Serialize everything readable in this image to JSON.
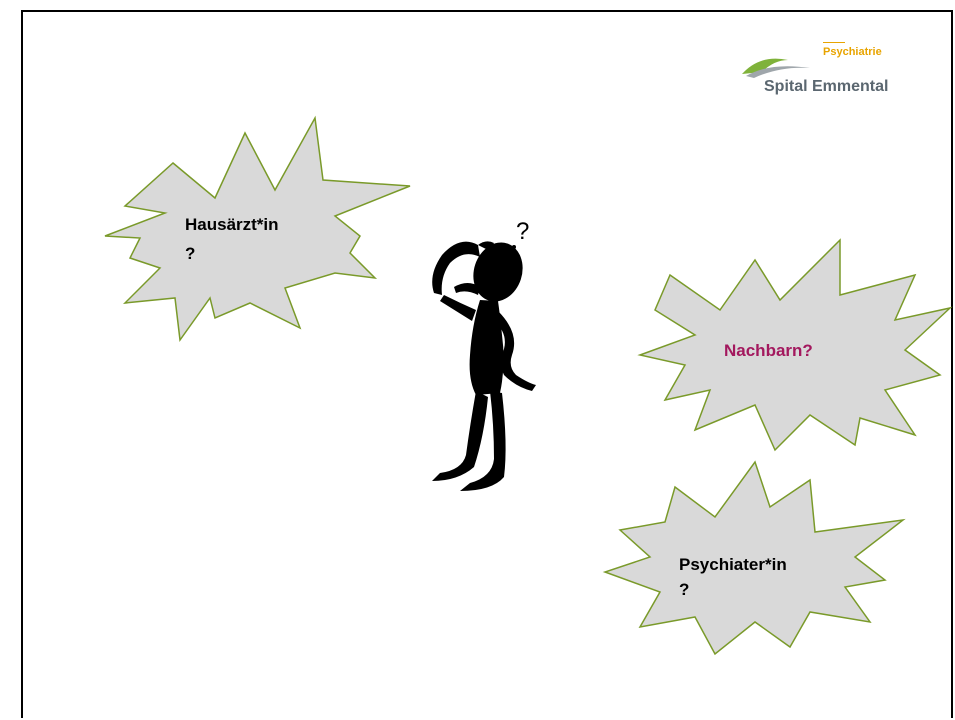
{
  "logo": {
    "department": "Psychiatrie",
    "hospital": "Spital Emmental"
  },
  "bursts": {
    "hausarzt": {
      "label": "Hausärzt*in",
      "question": "?"
    },
    "nachbarn": {
      "label": "Nachbarn?",
      "color": "#a3185e"
    },
    "psychiater": {
      "label": "Psychiater*in",
      "question": "?"
    }
  },
  "figure": {
    "thought_mark": "?"
  },
  "colors": {
    "burst_fill": "#d9d9d9",
    "burst_stroke": "#7a9a2a",
    "logo_orange": "#e8a400",
    "logo_green": "#7fb23a"
  }
}
